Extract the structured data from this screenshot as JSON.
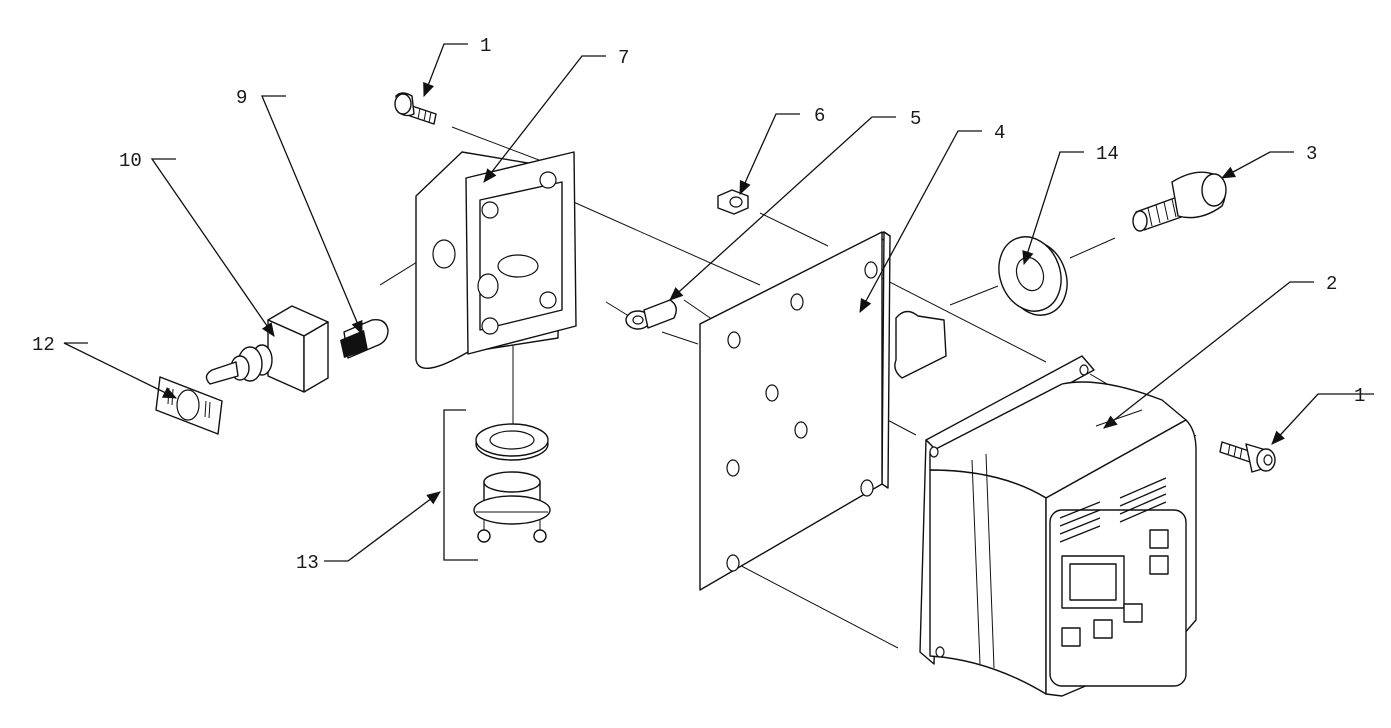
{
  "diagram": {
    "callouts": [
      {
        "id": "c1a",
        "label": "1",
        "part": "cap-screw-top"
      },
      {
        "id": "c7",
        "label": "7",
        "part": "electrical-box"
      },
      {
        "id": "c9",
        "label": "9",
        "part": "switch-boot"
      },
      {
        "id": "c10",
        "label": "10",
        "part": "toggle-switch"
      },
      {
        "id": "c12",
        "label": "12",
        "part": "switch-plate"
      },
      {
        "id": "c13",
        "label": "13",
        "part": "strain-relief-fitting"
      },
      {
        "id": "c6",
        "label": "6",
        "part": "hex-nut"
      },
      {
        "id": "c5",
        "label": "5",
        "part": "ring-terminal"
      },
      {
        "id": "c4",
        "label": "4",
        "part": "mounting-plate"
      },
      {
        "id": "c14",
        "label": "14",
        "part": "washer"
      },
      {
        "id": "c3",
        "label": "3",
        "part": "knob"
      },
      {
        "id": "c2",
        "label": "2",
        "part": "motor-controller"
      },
      {
        "id": "c1b",
        "label": "1",
        "part": "cap-screw-right"
      }
    ],
    "colors": {
      "ink": "#111111",
      "paper": "#ffffff",
      "label": "#1a1a1a"
    }
  }
}
